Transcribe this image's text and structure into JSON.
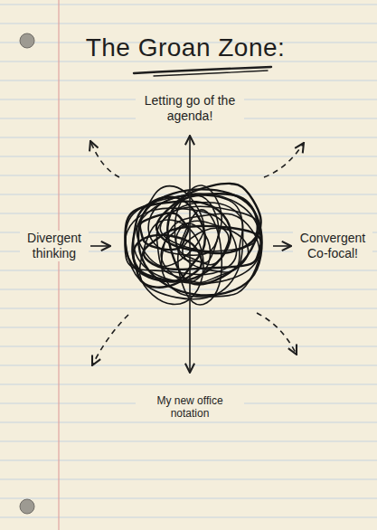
{
  "diagram": {
    "title": "The Groan Zone:",
    "labels": [
      "Letting go of the agenda!",
      "Divergent thinking",
      "Convergent Co-focal!",
      "My new office notation"
    ]
  }
}
